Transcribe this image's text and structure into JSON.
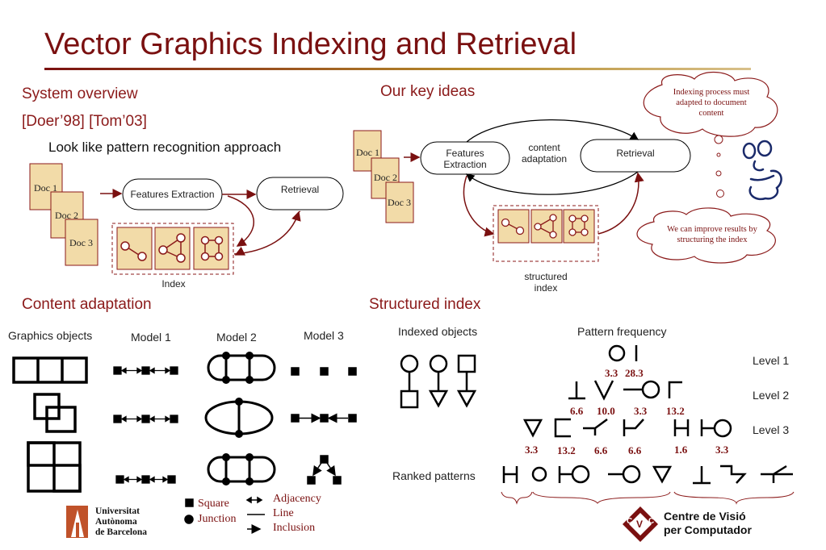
{
  "title": "Vector Graphics Indexing and Retrieval",
  "overview": {
    "heading": "System overview",
    "refs": "[Doer’98] [Tom’03]",
    "note": "Look like pattern recognition approach",
    "docs": [
      "Doc 1",
      "Doc 2",
      "Doc 3"
    ],
    "features": "Features Extraction",
    "retrieval": "Retrieval",
    "index": "Index"
  },
  "keyideas": {
    "heading": "Our key ideas",
    "docs": [
      "Doc 1",
      "Doc 2",
      "Doc 3"
    ],
    "features_l1": "Features",
    "features_l2": "Extraction",
    "content_l1": "content",
    "content_l2": "adaptation",
    "retrieval": "Retrieval",
    "structured_l1": "structured",
    "structured_l2": "index",
    "cloud1": "Indexing process must adapted to document content",
    "cloud2": "We can improve results by structuring the index"
  },
  "content": {
    "heading": "Content adaptation",
    "graphics": "Graphics objects",
    "model1": "Model 1",
    "model2": "Model 2",
    "model3": "Model 3",
    "legend": {
      "square": "Square",
      "junction": "Junction",
      "adjacency": "Adjacency",
      "line": "Line",
      "inclusion": "Inclusion"
    }
  },
  "structured": {
    "heading": "Structured index",
    "indexed": "Indexed objects",
    "frequency": "Pattern frequency",
    "ranked": "Ranked patterns",
    "levels": [
      "Level 1",
      "Level 2",
      "Level 3"
    ],
    "freq_values": {
      "l1": [
        "3.3",
        "28.3"
      ],
      "l2": [
        "6.6",
        "10.0",
        "3.3",
        "13.2"
      ],
      "l3": [
        "3.3",
        "13.2",
        "6.6",
        "6.6",
        "1.6",
        "3.3"
      ]
    }
  },
  "logos": {
    "uab_l1": "Universitat",
    "uab_l2": "Autònoma",
    "uab_l3": "de Barcelona",
    "cvc_l1": "Centre de Visió",
    "cvc_l2": "per Computador",
    "cvc_c1": "C",
    "cvc_c2": "C",
    "cvc_v": "V"
  },
  "colors": {
    "accent": "#7a1010",
    "docfill": "#f2dba8",
    "docstroke": "#8b1a1a"
  }
}
